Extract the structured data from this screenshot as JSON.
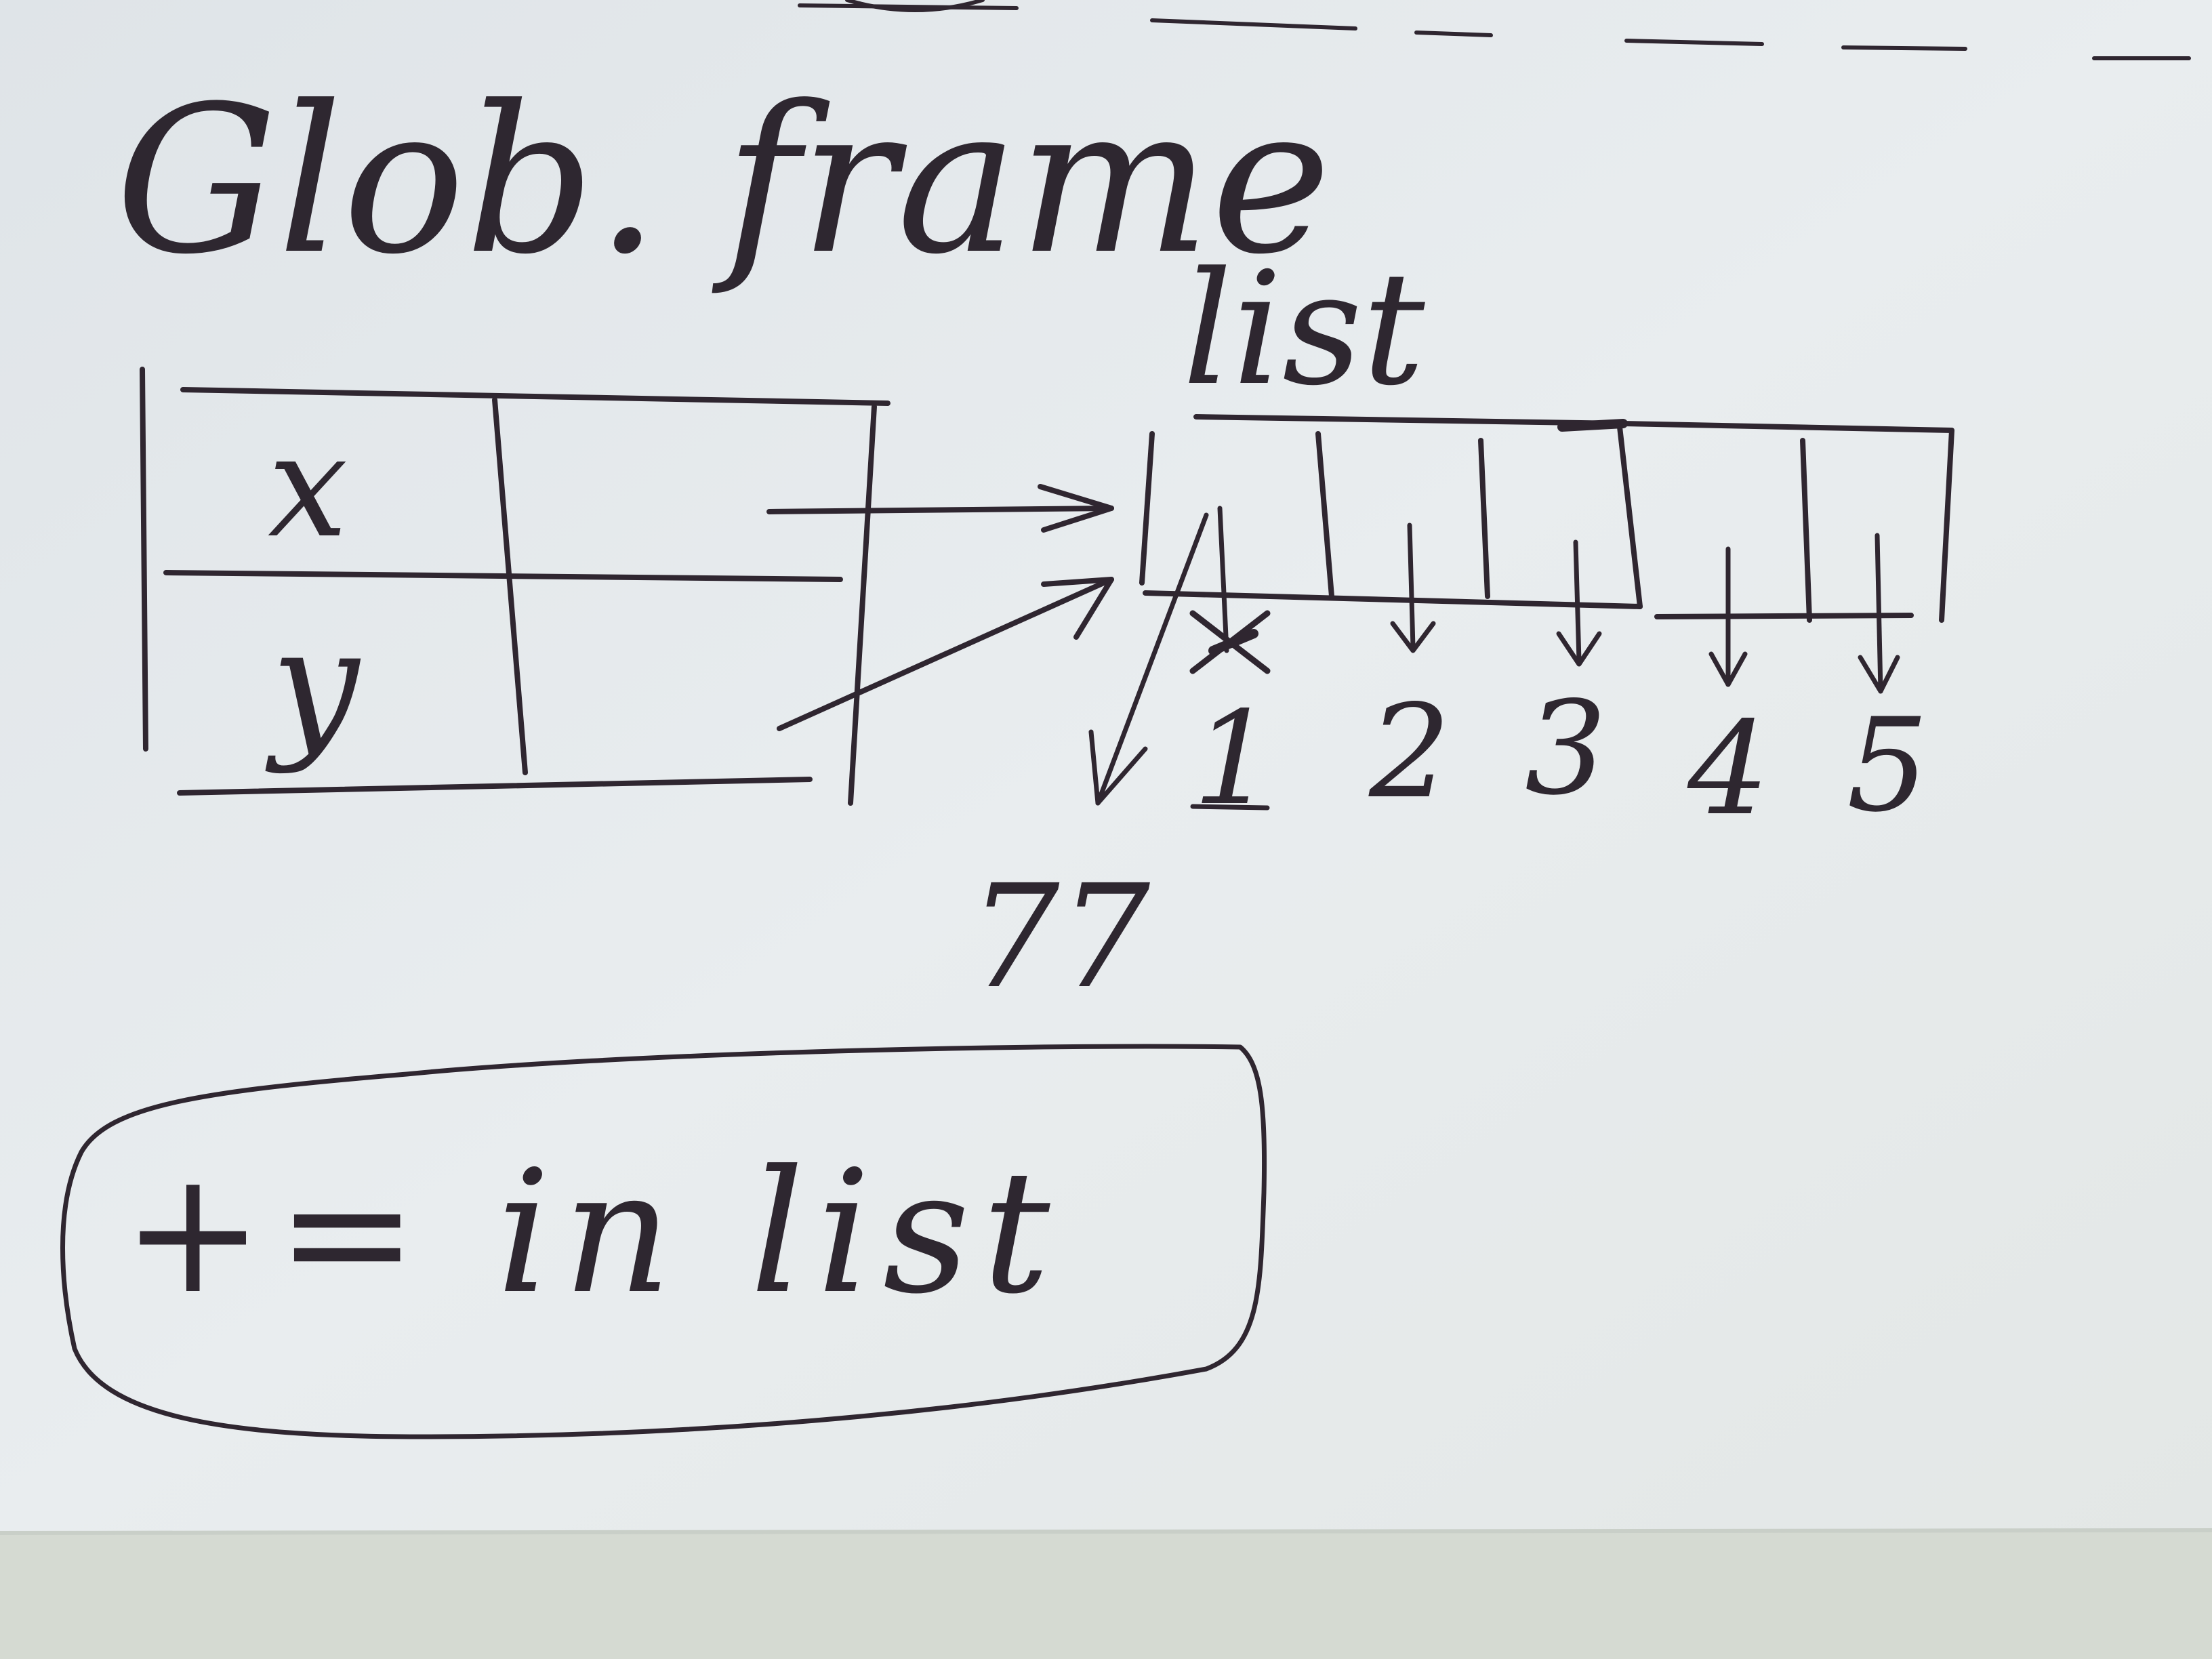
{
  "diagram": {
    "heading": "Glob. frame",
    "frame": {
      "variables": [
        {
          "name": "x"
        },
        {
          "name": "y"
        }
      ]
    },
    "list_object": {
      "type_label": "list",
      "elements": [
        "1",
        "2",
        "3",
        "4",
        "5"
      ],
      "crossed_out_element": "1",
      "new_value": "77"
    },
    "note": "+= in list"
  },
  "colors": {
    "paper": "#e8ecee",
    "ink": "#2f2630",
    "table_surface": "#d6dbd4"
  }
}
